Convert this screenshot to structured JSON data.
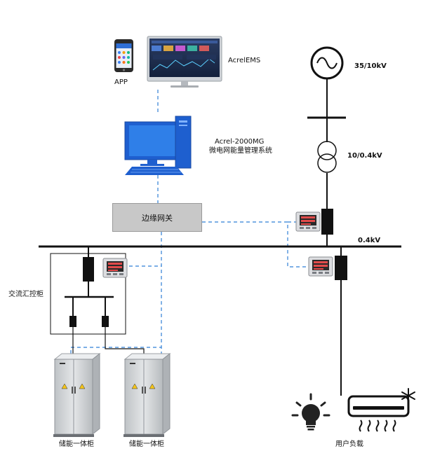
{
  "labels": {
    "app": "APP",
    "acrelems": "AcrelEMS",
    "system_title": "Acrel-2000MG",
    "system_subtitle": "微电网能量管理系统",
    "gateway": "边缘网关",
    "voltage_35_10": "35/10kV",
    "voltage_10_04": "10/0.4kV",
    "voltage_bus": "0.4kV",
    "ac_cabinet": "交流汇控柜",
    "storage_cabinet_1": "储能一体柜",
    "storage_cabinet_2": "储能一体柜",
    "user_load": "用户负载"
  },
  "colors": {
    "line": "#111111",
    "comm": "#2f7fd6",
    "gateway_fill": "#c8c8c8",
    "monitor_blue": "#1e5fcf",
    "cabinet": "#d7d9db"
  }
}
